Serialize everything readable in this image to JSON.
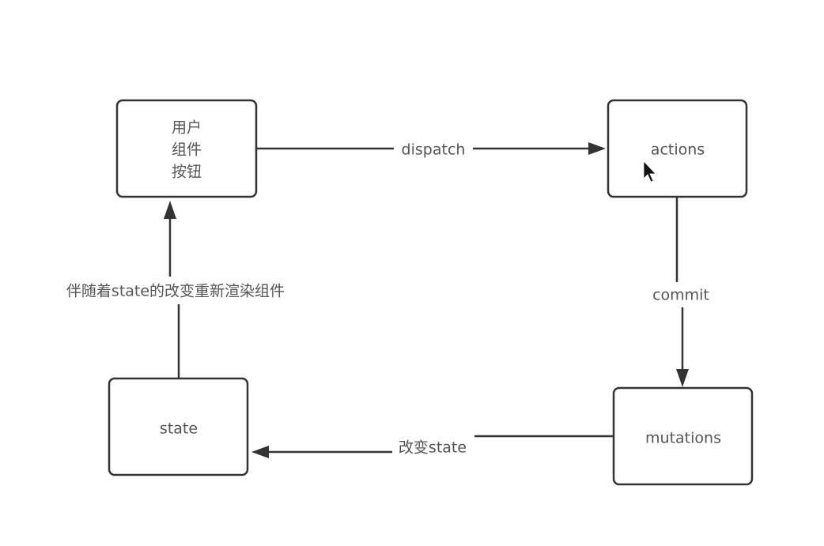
{
  "nodes": {
    "user": {
      "lines": [
        "用户",
        "组件",
        "按钮"
      ]
    },
    "actions": {
      "label": "actions"
    },
    "mutations": {
      "label": "mutations"
    },
    "state": {
      "label": "state"
    }
  },
  "edges": {
    "dispatch": {
      "label": "dispatch"
    },
    "commit": {
      "label": "commit"
    },
    "mutate": {
      "label": "改变state"
    },
    "render": {
      "label": "伴随着state的改变重新渲染组件"
    }
  },
  "cursor": {
    "icon": "mouse-pointer-icon"
  }
}
